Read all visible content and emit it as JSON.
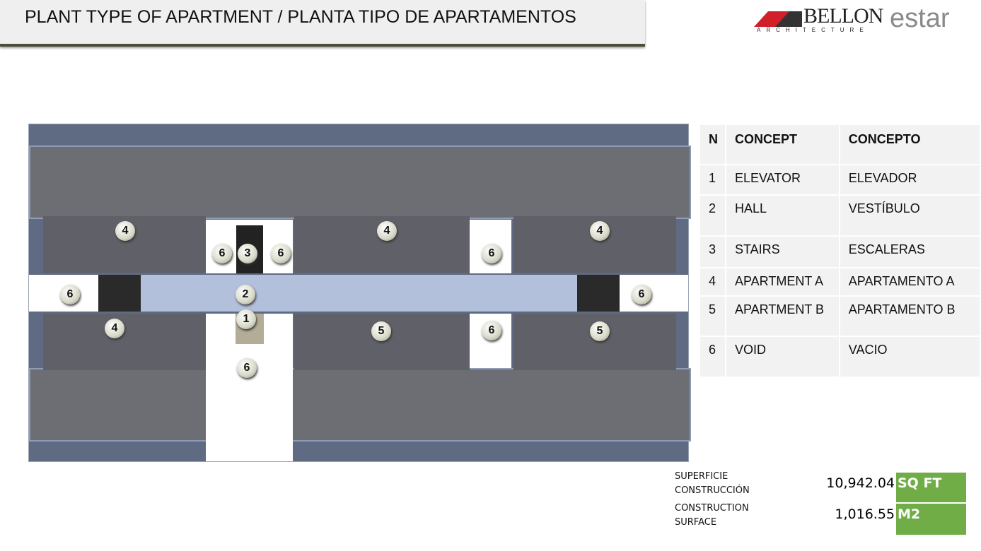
{
  "header": {
    "title": "PLANT TYPE OF APARTMENT / PLANTA TIPO DE APARTAMENTOS"
  },
  "logo": {
    "brand": "BELLON",
    "sub": "ARCHITECTURE",
    "product": "estar",
    "colors": {
      "roof": "#d0202a",
      "text": "#222222",
      "estar": "#8a8a8a"
    }
  },
  "plan": {
    "markers": [
      "4",
      "6",
      "3",
      "6",
      "4",
      "6",
      "4",
      "6",
      "2",
      "6",
      "1",
      "4",
      "5",
      "6",
      "5",
      "6"
    ]
  },
  "legend": {
    "headers": [
      "N",
      "CONCEPT",
      "CONCEPTO"
    ],
    "rows": [
      [
        "1",
        "ELEVATOR",
        "ELEVADOR"
      ],
      [
        "2",
        "HALL",
        "VESTÍBULO"
      ],
      [
        "3",
        "STAIRS",
        "ESCALERAS"
      ],
      [
        "4",
        "APARTMENT A",
        "APARTAMENTO A"
      ],
      [
        "5",
        "APARTMENT B",
        "APARTAMENTO B"
      ],
      [
        "6",
        "VOID",
        "VACIO"
      ]
    ]
  },
  "surface": {
    "label_es_1": "SUPERFICIE",
    "label_es_2": "CONSTRUCCIÓN",
    "label_en_1": "CONSTRUCTION",
    "label_en_2": "SURFACE",
    "sqft_value": "10,942.04",
    "sqft_unit": "SQ FT",
    "m2_value": "1,016.55",
    "m2_unit": "M2",
    "accent": "#70ad47"
  }
}
